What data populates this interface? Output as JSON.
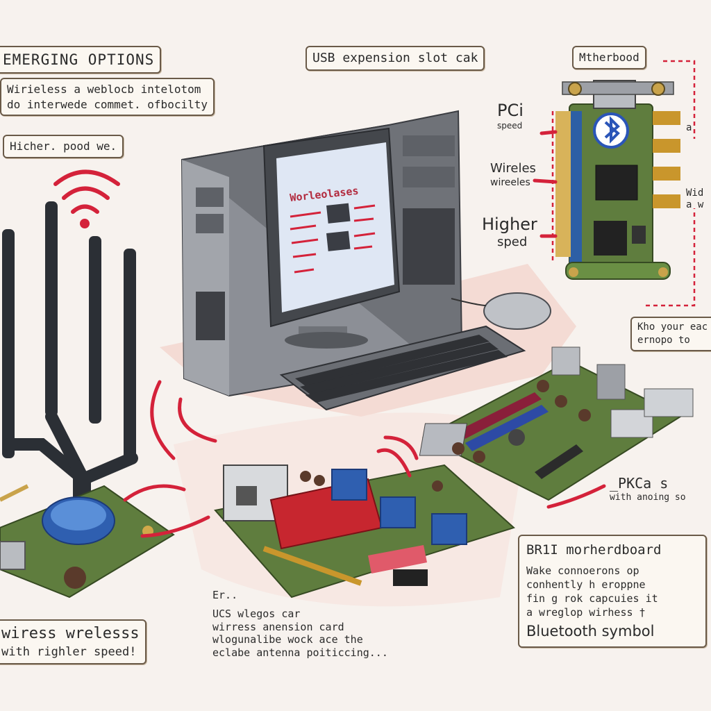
{
  "notes": {
    "emerging": {
      "title": "EMERGING OPTIONS"
    },
    "wireless_intro": {
      "line1": "Wirieless a weblocb intelotom",
      "line2": "do interwede commet. ofbocilty"
    },
    "higher_good": {
      "text": "Hicher. pood we."
    },
    "usb_title": {
      "text": "USB expension slot cak"
    },
    "motherboard_tag": {
      "text": "Mtherbood"
    },
    "pci": {
      "main": "PCi",
      "sub": "speed"
    },
    "wireless_label": {
      "line1": "Wireles",
      "line2": "wireeles"
    },
    "higher_speed": {
      "line1": "Higher",
      "line2": "sped"
    },
    "right_clip1": {
      "line1": "a",
      "line2": "Wid",
      "line3": "a w"
    },
    "right_box": {
      "line1": "Kho your eac",
      "line2": "ernopo to"
    },
    "pkca": {
      "line1": "_PKCa s",
      "line2": "with anoing so"
    },
    "bri_card": {
      "title": "BR1I morherdboard",
      "line1": "Wake connoerons op",
      "line2": "conhently h eroppne",
      "line3": "fin g rok capcuies it",
      "line4": "a wreglop wirhess †",
      "line5": "Bluetooth symbol"
    },
    "ucs": {
      "line0": "Er..",
      "line1": "UCS wlegos car",
      "line2": "wirress anension card",
      "line3": "wlogunalibe wock ace the",
      "line4": "eclabe antenna poiticcing..."
    },
    "wiress": {
      "line1": "wiress wrelesss",
      "line2": "with righler speed!"
    }
  },
  "screen": {
    "heading": "Worleolases"
  },
  "colors": {
    "accent_red": "#d4223a",
    "pcb_green": "#5f7d3e",
    "case_gray": "#8c8f96",
    "bluetooth_blue": "#2a55b8"
  }
}
